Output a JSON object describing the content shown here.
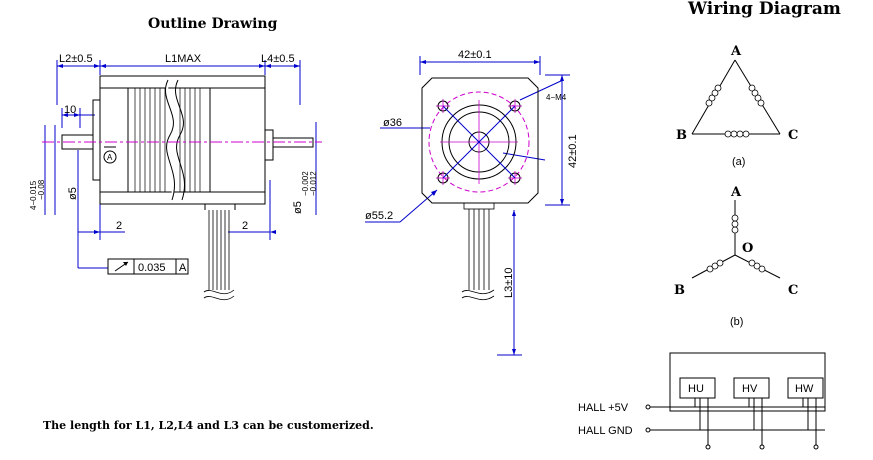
{
  "titles": {
    "outline": "Outline Drawing",
    "wiring": "Wiring Diagram"
  },
  "side_view": {
    "dims": {
      "l2": "L2±0.5",
      "l1": "L1MAX",
      "l4": "L4±0.5",
      "ten": "10",
      "two_left": "2",
      "two_right": "2",
      "phi5": "ø5",
      "tol_left_top": "4−0.015",
      "tol_left_bot": "−0.08",
      "phi5_right": "ø5",
      "tol_right_top": "−0.002",
      "tol_right_bot": "−0.012",
      "datum": "A",
      "runout": "0.035",
      "runout_ref": "A"
    }
  },
  "front_view": {
    "dims": {
      "width": "42±0.1",
      "height": "42±0.1",
      "holes": "4−M4",
      "phi36": "ø36",
      "phi552": "ø55.2",
      "l3": "L3±10"
    }
  },
  "wiring": {
    "delta": {
      "a": "A",
      "b": "B",
      "c": "C",
      "caption": "(a)"
    },
    "star": {
      "a": "A",
      "b": "B",
      "c": "C",
      "o": "O",
      "caption": "(b)"
    },
    "hall": {
      "sensors": [
        "HU",
        "HV",
        "HW"
      ],
      "plus": "HALL +5V",
      "gnd": "HALL GND"
    }
  },
  "note": "The length for L1, L2,L4 and L3 can be customerized."
}
